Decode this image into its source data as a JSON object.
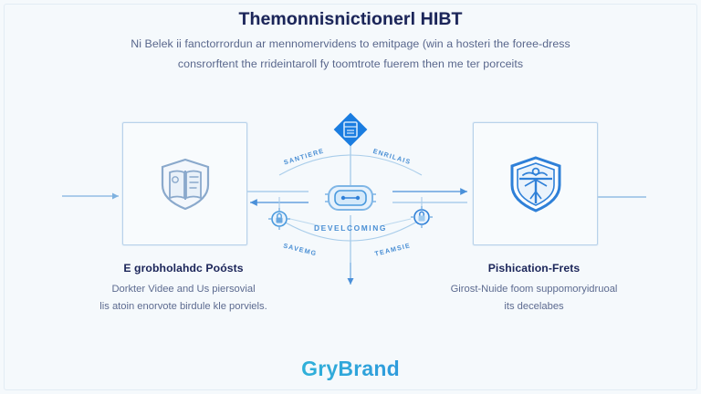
{
  "page": {
    "background_color": "#f5f9fc",
    "accent_color": "#2f80d8",
    "title_color": "#1b2559",
    "body_color": "#59678c"
  },
  "header": {
    "title": "Themonnisnictionerl HIBT",
    "subtitle_line1": "Ni Belek ii fanctorrordun ar mennomervidens to emitpage (win a hosteri the foree-dress",
    "subtitle_line2": "consrorftent the rrideintaroll fy toomtrote fuerem then me ter porceits"
  },
  "diagram": {
    "left_node": {
      "icon": "shield-book-icon",
      "label": "E grobholahdc Poósts",
      "desc_line1": "Dorkter Videe and Us piersovial",
      "desc_line2": "lis atoin enorvote birdule kle porviels."
    },
    "right_node": {
      "icon": "shield-check-icon",
      "label": "Pishication-Frets",
      "desc_line1": "Girost-Nuide foom suppomoryidruoal",
      "desc_line2": "its decelabes"
    },
    "hub": {
      "top_icon": "database-diamond-icon",
      "center_icon": "cloud-core-icon",
      "left_node_icon": "lock-circle-icon",
      "right_node_icon": "lock-circle-icon",
      "arc_top_left": "SANTIERE",
      "arc_top_right": "ENRILAIS",
      "arc_center": "DEVELCOMING",
      "arc_bottom_left": "SAVEMG",
      "arc_bottom_right": "TEAMSIE"
    }
  },
  "footer": {
    "brand": "GryBrand"
  }
}
